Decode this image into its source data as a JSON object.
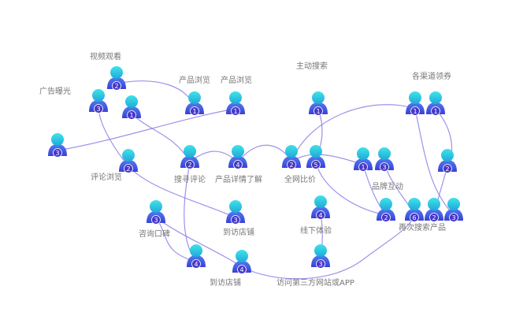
{
  "colors": {
    "head_top": "#3fe3ea",
    "head_bottom": "#1fa9d8",
    "body_top": "#4f7cf0",
    "body_bottom": "#3b3fd6",
    "badge": "#4637c9",
    "badge_text": "#ffffff",
    "link": "#8c7fe6",
    "label": "#777777"
  },
  "labels": {
    "video": "视频观看",
    "ad": "广告曝光",
    "browse1": "产品浏览",
    "browse2": "产品浏览",
    "active_search": "主动搜索",
    "coupon": "各渠道领券",
    "review": "评论浏览",
    "search_review": "搜寻评论",
    "detail": "产品详情了解",
    "compare": "全网比价",
    "brand": "品牌互动",
    "reputation": "咨询口碑",
    "visit_store1": "到访店铺",
    "offline": "线下体验",
    "research": "再次搜索产品",
    "visit_store2": "到访店铺",
    "third_party": "访问第三方网站或APP"
  },
  "nodes": [
    {
      "id": "video",
      "badge": "2"
    },
    {
      "id": "ad1",
      "badge": "3"
    },
    {
      "id": "ad2",
      "badge": "1"
    },
    {
      "id": "browse1",
      "badge": "1"
    },
    {
      "id": "browse2",
      "badge": "1"
    },
    {
      "id": "active",
      "badge": "1"
    },
    {
      "id": "coupon1",
      "badge": "1"
    },
    {
      "id": "coupon2",
      "badge": "1"
    },
    {
      "id": "left",
      "badge": "3"
    },
    {
      "id": "review",
      "badge": "2"
    },
    {
      "id": "search",
      "badge": "2"
    },
    {
      "id": "detail",
      "badge": "4"
    },
    {
      "id": "compare1",
      "badge": "2"
    },
    {
      "id": "compare2",
      "badge": "5"
    },
    {
      "id": "brand1",
      "badge": "1"
    },
    {
      "id": "brand2",
      "badge": "3"
    },
    {
      "id": "right",
      "badge": "2"
    },
    {
      "id": "reputation",
      "badge": "3"
    },
    {
      "id": "store1",
      "badge": "3"
    },
    {
      "id": "offline",
      "badge": "4"
    },
    {
      "id": "brandlow",
      "badge": "2"
    },
    {
      "id": "research1",
      "badge": "6"
    },
    {
      "id": "research2",
      "badge": "2"
    },
    {
      "id": "research3",
      "badge": "3"
    },
    {
      "id": "store2",
      "badge": "4"
    },
    {
      "id": "third1",
      "badge": "4"
    },
    {
      "id": "third2",
      "badge": "3"
    }
  ]
}
